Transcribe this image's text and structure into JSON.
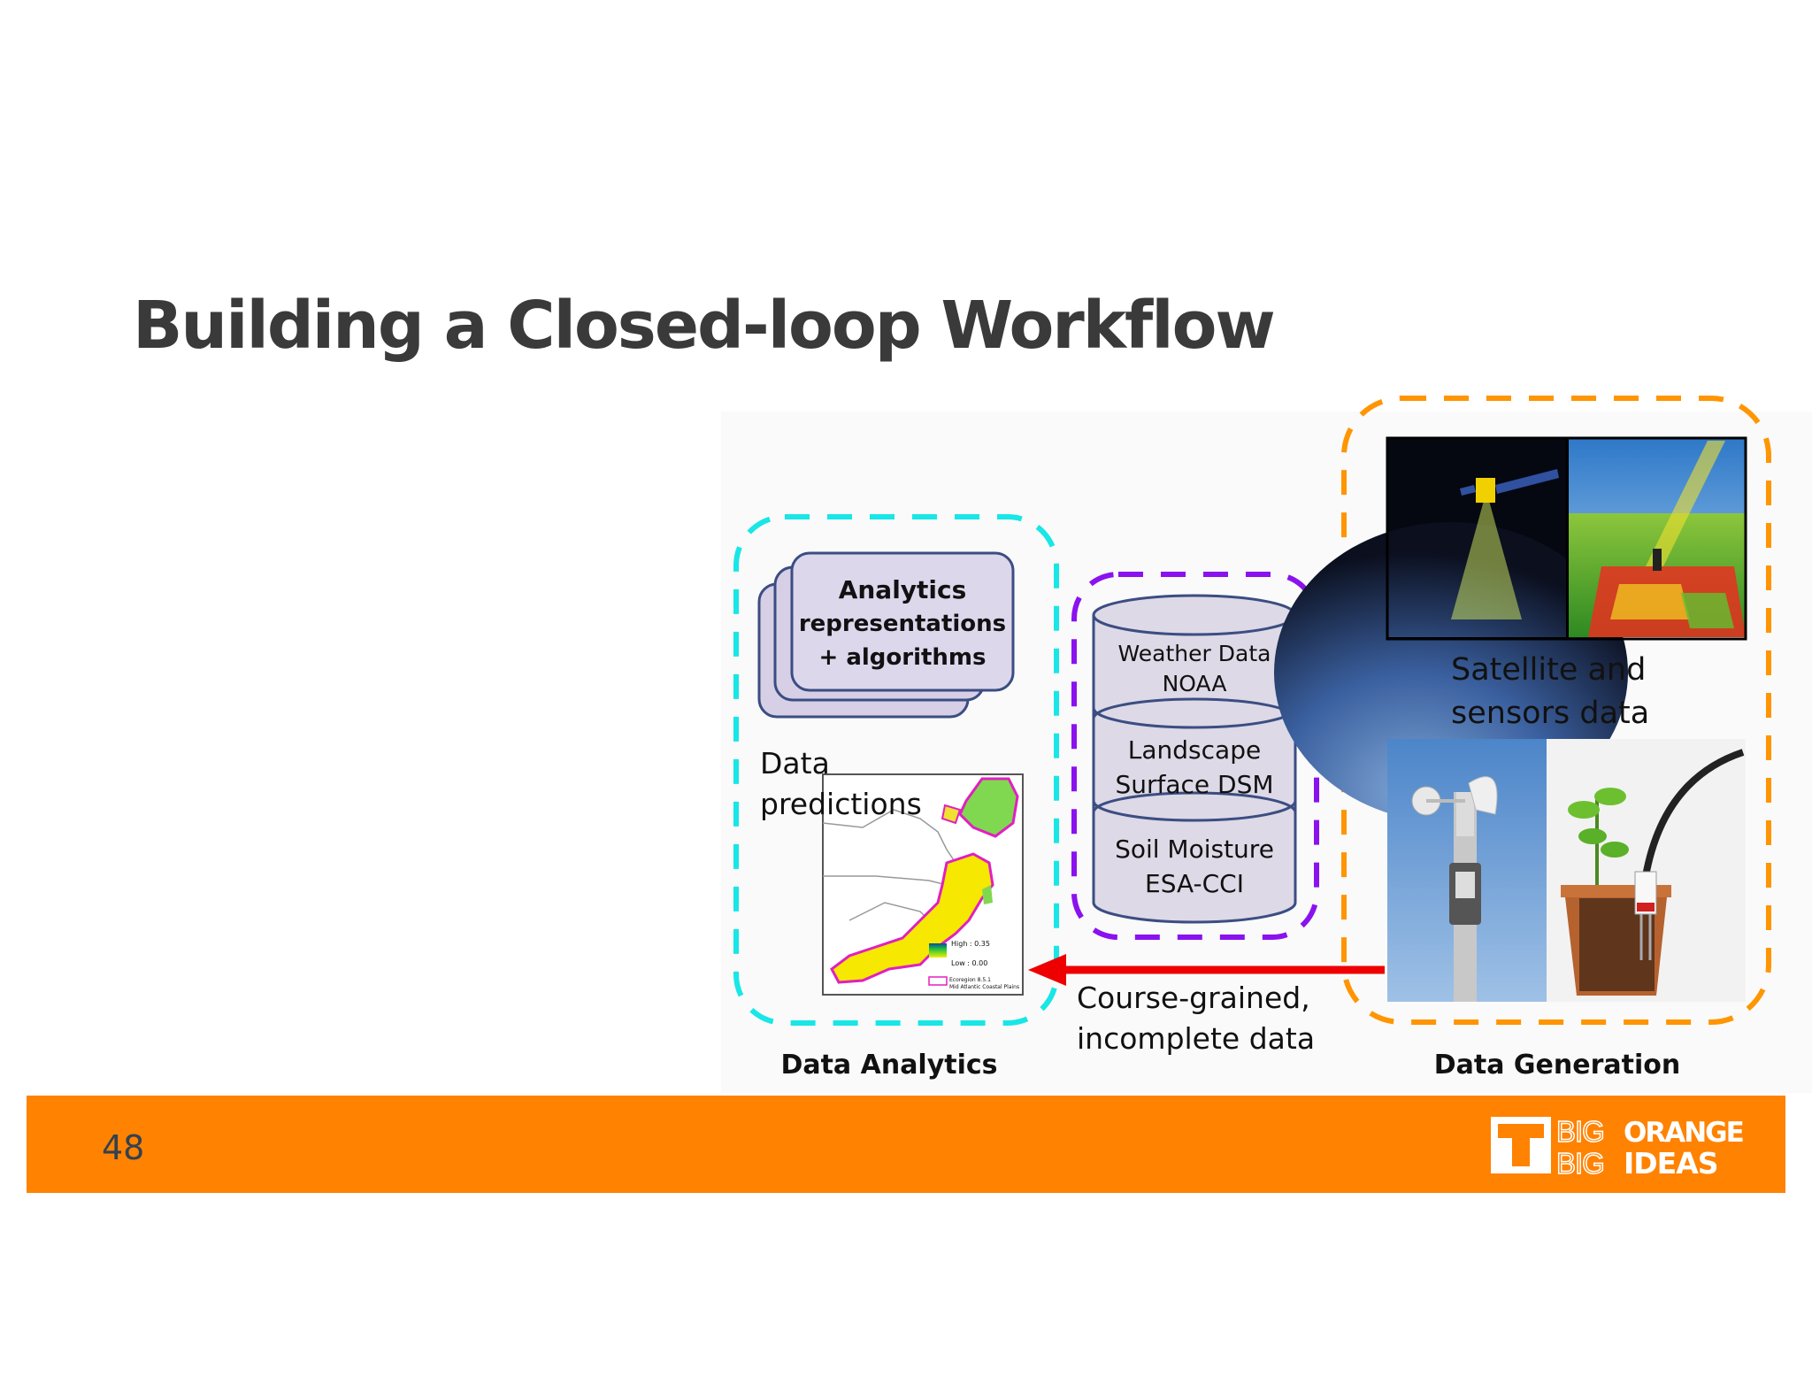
{
  "slide": {
    "title": "Building a Closed-loop Workflow",
    "page_number": "48"
  },
  "analytics": {
    "card_line1": "Analytics",
    "card_line2": "representations",
    "card_line3": "+ algorithms",
    "predictions_line1": "Data",
    "predictions_line2": "predictions",
    "label": "Data Analytics",
    "map_legend": {
      "high": "High : 0.35",
      "low": "Low : 0.00",
      "ecoregion_line1": "Ecoregion 8.5.1",
      "ecoregion_line2": "Mid Atlantic Coastal Plains"
    }
  },
  "database": {
    "items": [
      {
        "line1": "Weather Data",
        "line2": "NOAA"
      },
      {
        "line1": "Landscape",
        "line2": "Surface DSM"
      },
      {
        "line1": "Soil Moisture",
        "line2": "ESA-CCI"
      }
    ]
  },
  "generation": {
    "caption_line1": "Satellite and",
    "caption_line2": "sensors data",
    "label": "Data Generation"
  },
  "arrow": {
    "line1": "Course-grained,",
    "line2": "incomplete data"
  },
  "logo": {
    "big_orange": "BIG ORANGE",
    "big_ideas": "BIG IDEAS"
  },
  "colors": {
    "analytics_border": "#19e6e6",
    "database_border": "#8a12ee",
    "generation_border": "#ff9500",
    "arrow": "#ee0000",
    "footer": "#ff8200",
    "card_fill": "#dcd6ea",
    "card_stroke": "#3b4d82"
  }
}
